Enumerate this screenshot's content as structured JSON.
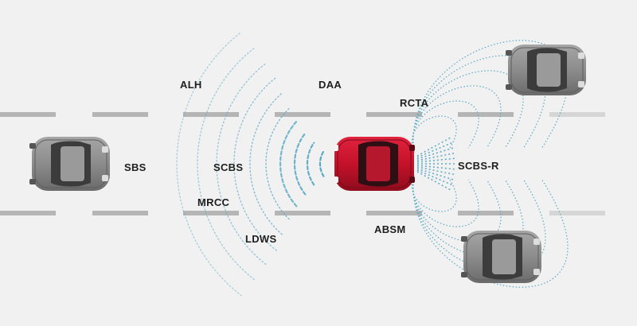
{
  "labels": {
    "alh": "ALH",
    "daa": "DAA",
    "rcta": "RCTA",
    "sbs": "SBS",
    "scbs": "SCBS",
    "scbs_r": "SCBS-R",
    "mrcc": "MRCC",
    "ldws": "LDWS",
    "absm": "ABSM"
  },
  "colors": {
    "background": "#f1f1f1",
    "lane_marking": "#b5b5b5",
    "sensor_wave": "#5aa9c4",
    "subject_car": "#c4122a",
    "other_car": "#8c8c8c"
  }
}
